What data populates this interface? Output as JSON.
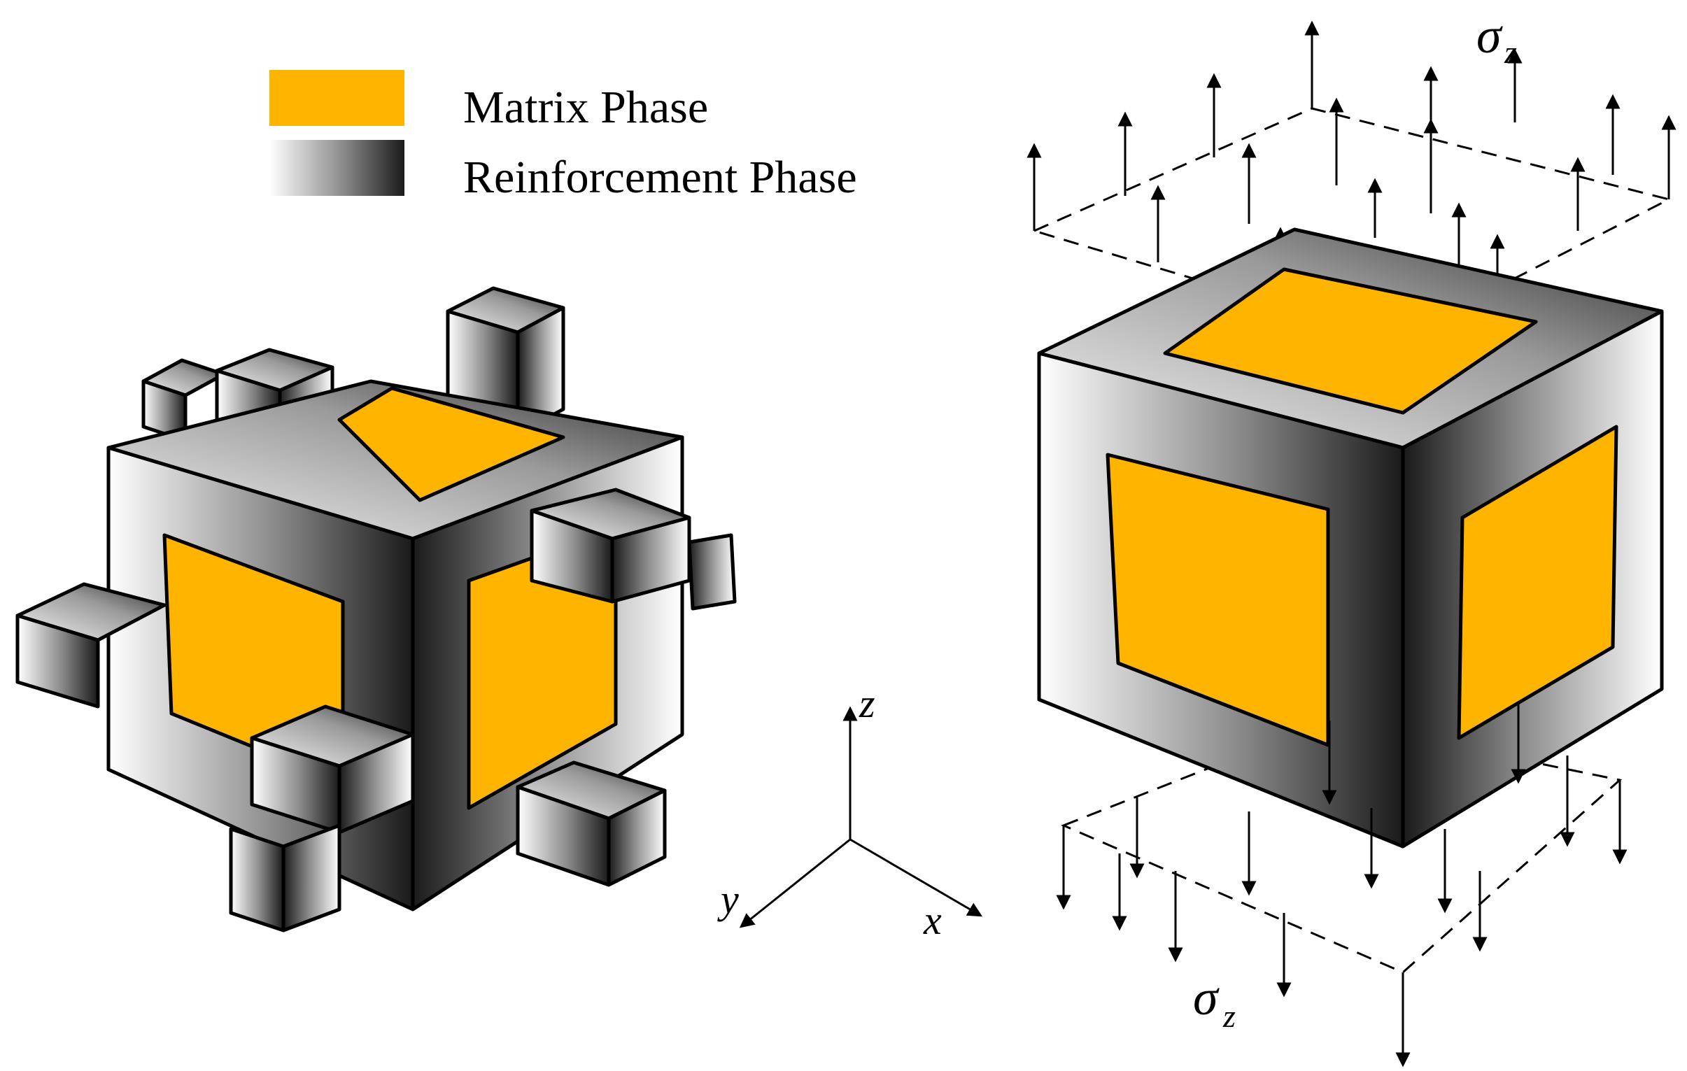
{
  "legend": {
    "matrix_label": "Matrix Phase",
    "reinforcement_label": "Reinforcement Phase"
  },
  "axes": {
    "z": "z",
    "y": "y",
    "x": "x"
  },
  "stress": {
    "symbol": "σ",
    "subscript": "z"
  },
  "colors": {
    "matrix": "#FFB400",
    "reinforcement_light": "#FFFFFF",
    "reinforcement_dark": "#1A1A1A",
    "outline": "#000000"
  }
}
